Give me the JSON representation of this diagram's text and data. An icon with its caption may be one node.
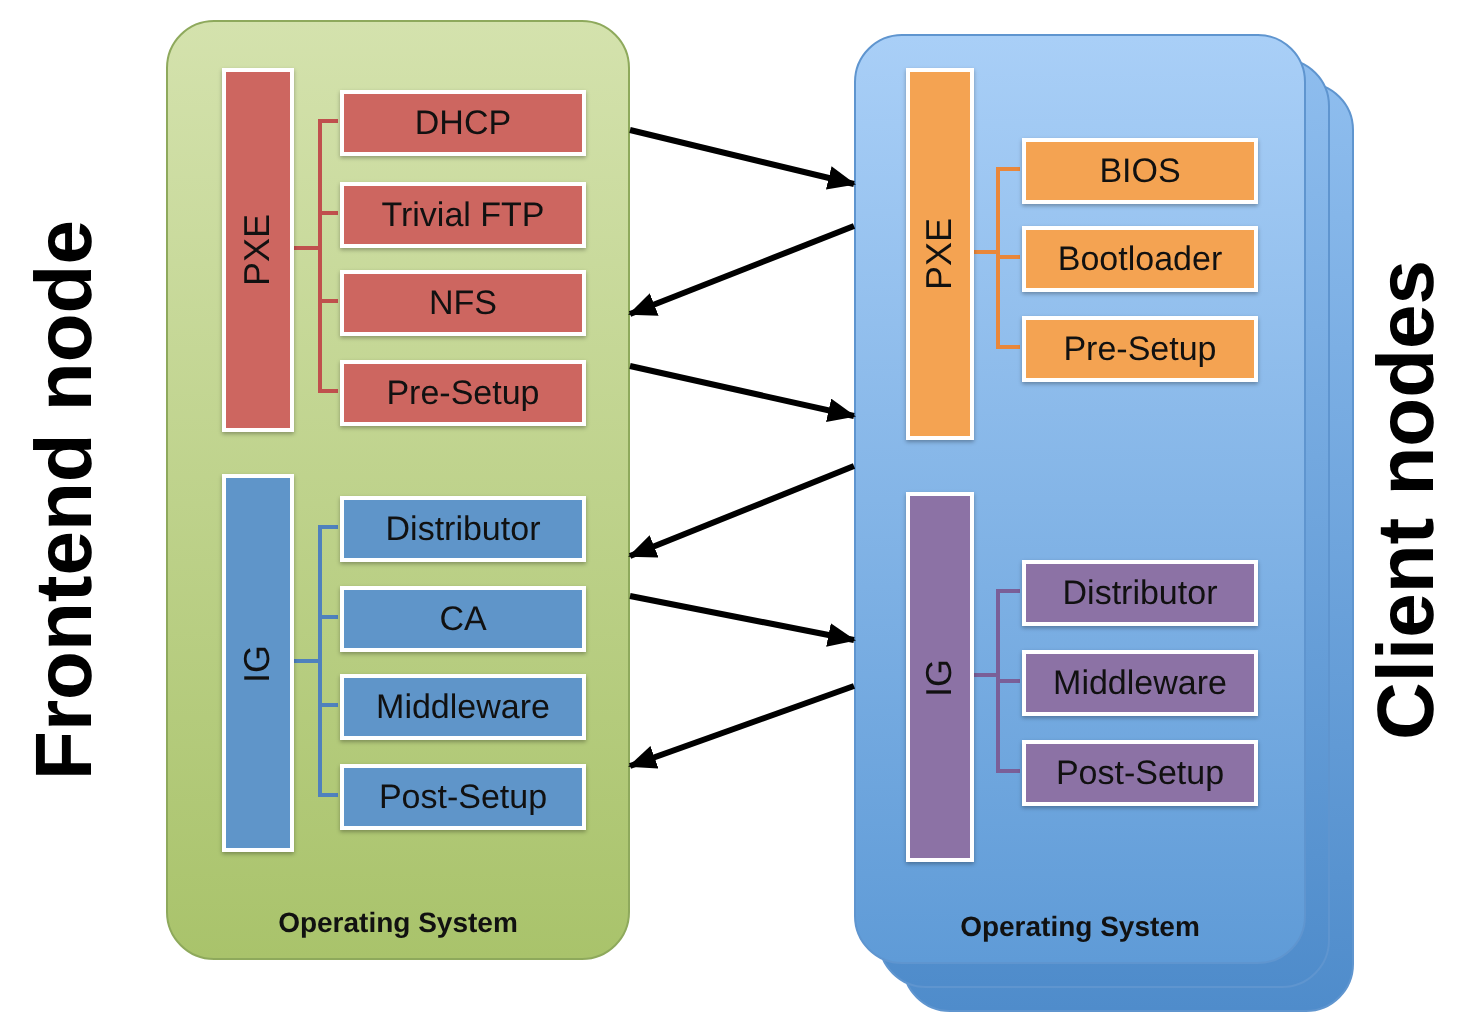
{
  "diagram": {
    "nodes": [
      {
        "text": [
          "Operating System"
        ],
        "beside": [
          "Frontend node"
        ]
      },
      {
        "text": [
          "PXE"
        ],
        "in": 0
      },
      {
        "text": [
          "DHCP"
        ],
        "in": 0
      },
      {
        "text": [
          "Trivial FTP"
        ],
        "in": 0
      },
      {
        "text": [
          "NFS"
        ],
        "in": 0
      },
      {
        "text": [
          "Pre-Setup"
        ],
        "in": 0
      },
      {
        "text": [
          "IG"
        ],
        "in": 0
      },
      {
        "text": [
          "Distributor"
        ],
        "in": 0
      },
      {
        "text": [
          "CA"
        ],
        "in": 0
      },
      {
        "text": [
          "Middleware"
        ],
        "in": 0
      },
      {
        "text": [
          "Post-Setup"
        ],
        "in": 0
      },
      {
        "text": [
          "Operating System"
        ],
        "beside": [
          "Client nodes"
        ]
      },
      {
        "text": [
          "PXE"
        ],
        "in": 11
      },
      {
        "text": [
          "BIOS"
        ],
        "in": 11
      },
      {
        "text": [
          "Bootloader"
        ],
        "in": 11
      },
      {
        "text": [
          "Pre-Setup"
        ],
        "in": 11
      },
      {
        "text": [
          "IG"
        ],
        "in": 11
      },
      {
        "text": [
          "Distributor"
        ],
        "in": 11
      },
      {
        "text": [
          "Middleware"
        ],
        "in": 11
      },
      {
        "text": [
          "Post-Setup"
        ],
        "in": 11
      }
    ],
    "edges": [
      {
        "from": 1,
        "to": 2,
        "arrow": "none",
        "color": "#c0504d"
      },
      {
        "from": 1,
        "to": 3,
        "arrow": "none",
        "color": "#c0504d"
      },
      {
        "from": 1,
        "to": 4,
        "arrow": "none",
        "color": "#c0504d"
      },
      {
        "from": 1,
        "to": 5,
        "arrow": "none",
        "color": "#c0504d"
      },
      {
        "from": 6,
        "to": 7,
        "arrow": "none",
        "color": "#4f81bd"
      },
      {
        "from": 6,
        "to": 8,
        "arrow": "none",
        "color": "#4f81bd"
      },
      {
        "from": 6,
        "to": 9,
        "arrow": "none",
        "color": "#4f81bd"
      },
      {
        "from": 6,
        "to": 10,
        "arrow": "none",
        "color": "#4f81bd"
      },
      {
        "from": 12,
        "to": 13,
        "arrow": "none",
        "color": "#e9873a"
      },
      {
        "from": 12,
        "to": 14,
        "arrow": "none",
        "color": "#e9873a"
      },
      {
        "from": 12,
        "to": 15,
        "arrow": "none",
        "color": "#e9873a"
      },
      {
        "from": 16,
        "to": 17,
        "arrow": "none",
        "color": "#7a5f98"
      },
      {
        "from": 16,
        "to": 18,
        "arrow": "none",
        "color": "#7a5f98"
      },
      {
        "from": 16,
        "to": 19,
        "arrow": "none",
        "color": "#7a5f98"
      },
      {
        "from": 0,
        "to": 11,
        "arrow": "to"
      },
      {
        "from": 11,
        "to": 0,
        "arrow": "to"
      },
      {
        "from": 0,
        "to": 11,
        "arrow": "to"
      },
      {
        "from": 11,
        "to": 0,
        "arrow": "to"
      },
      {
        "from": 0,
        "to": 11,
        "arrow": "to"
      },
      {
        "from": 11,
        "to": 0,
        "arrow": "to"
      }
    ]
  }
}
